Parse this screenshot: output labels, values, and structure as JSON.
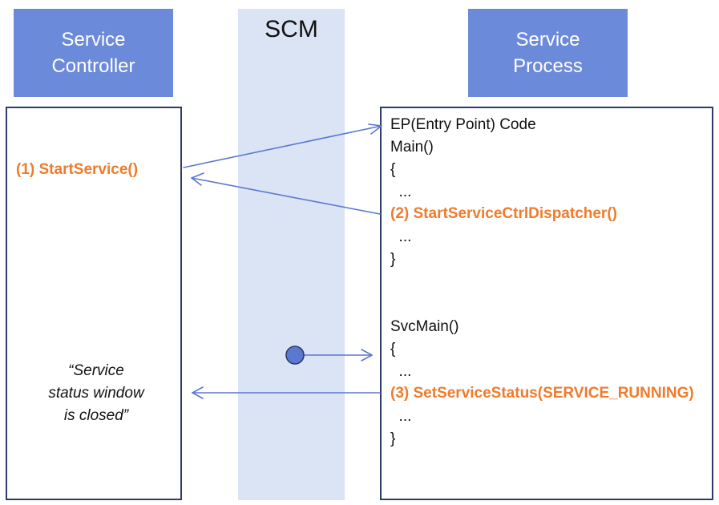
{
  "headers": {
    "service_controller": [
      "Service",
      "Controller"
    ],
    "service_process": [
      "Service",
      "Process"
    ],
    "scm": "SCM"
  },
  "controller": {
    "start_service_call": "(1) StartService()",
    "note_lines": [
      "“Service",
      "status window",
      "is closed”"
    ]
  },
  "process_code": {
    "ep_title": "EP(Entry Point) Code",
    "main_sig": "Main()",
    "main_open": "{",
    "main_dots_1": "  ...",
    "dispatcher_call": "(2) StartServiceCtrlDispatcher()",
    "main_dots_2": "  ...",
    "main_close": "}",
    "svcmain_sig": "SvcMain()",
    "svcmain_open": "{",
    "svcmain_dots_1": "  ...",
    "set_status_call": "(3) SetServiceStatus(SERVICE_RUNNING)",
    "svcmain_dots_2": "  ...",
    "svcmain_close": "}"
  },
  "colors": {
    "header_fill": "#6b8ad9",
    "scm_band": "#dbe4f5",
    "arrow": "#5b78d0",
    "highlight": "#f07b2b",
    "panel_border": "#2e3d66"
  }
}
